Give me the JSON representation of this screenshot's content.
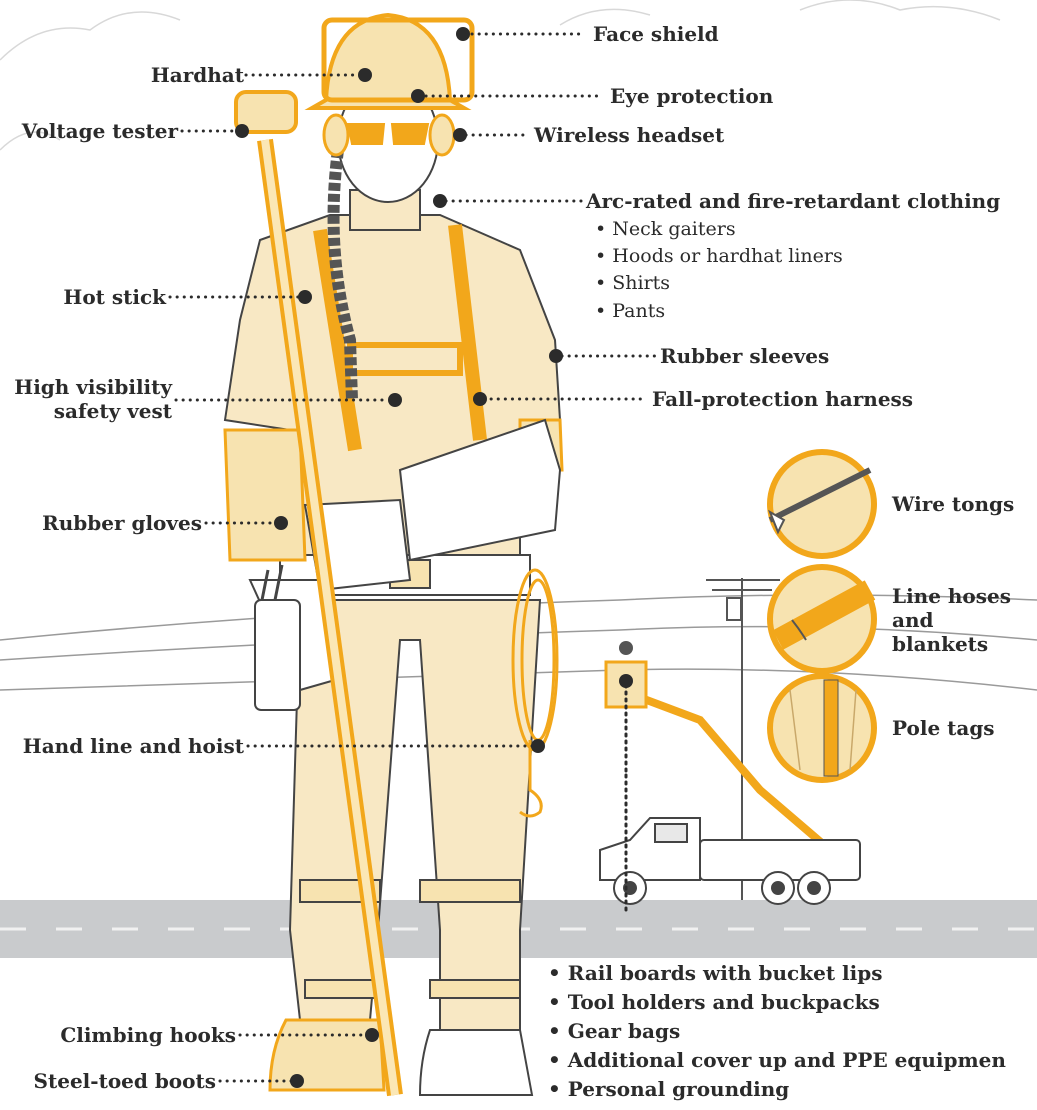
{
  "labels": {
    "face_shield": "Face shield",
    "hardhat": "Hardhat",
    "eye_protection": "Eye protection",
    "voltage_tester": "Voltage tester",
    "wireless_headset": "Wireless headset",
    "clothing": "Arc-rated and fire-retardant clothing",
    "hot_stick": "Hot stick",
    "rubber_sleeves": "Rubber sleeves",
    "vest_line1": "High visibility",
    "vest_line2": "safety vest",
    "harness": "Fall-protection harness",
    "rubber_gloves": "Rubber gloves",
    "wire_tongs": "Wire tongs",
    "line_hoses_1": "Line hoses",
    "line_hoses_2": "and",
    "line_hoses_3": "blankets",
    "pole_tags": "Pole tags",
    "hand_line": "Hand line and hoist",
    "climbing_hooks": "Climbing hooks",
    "boots": "Steel-toed boots"
  },
  "clothing_items": [
    "Neck gaiters",
    "Hoods or hardhat liners",
    "Shirts",
    "Pants"
  ],
  "bucket_items": [
    "Rail boards with bucket lips",
    "Tool holders and buckpacks",
    "Gear bags",
    "Additional cover up and PPE equipmen",
    "Personal grounding"
  ],
  "colors": {
    "accent": "#f2a71b",
    "accent_fill": "#f7e3b0",
    "ink": "#2b2b2b",
    "road": "#c9cbcd",
    "line_gray": "#8a8a8a"
  }
}
